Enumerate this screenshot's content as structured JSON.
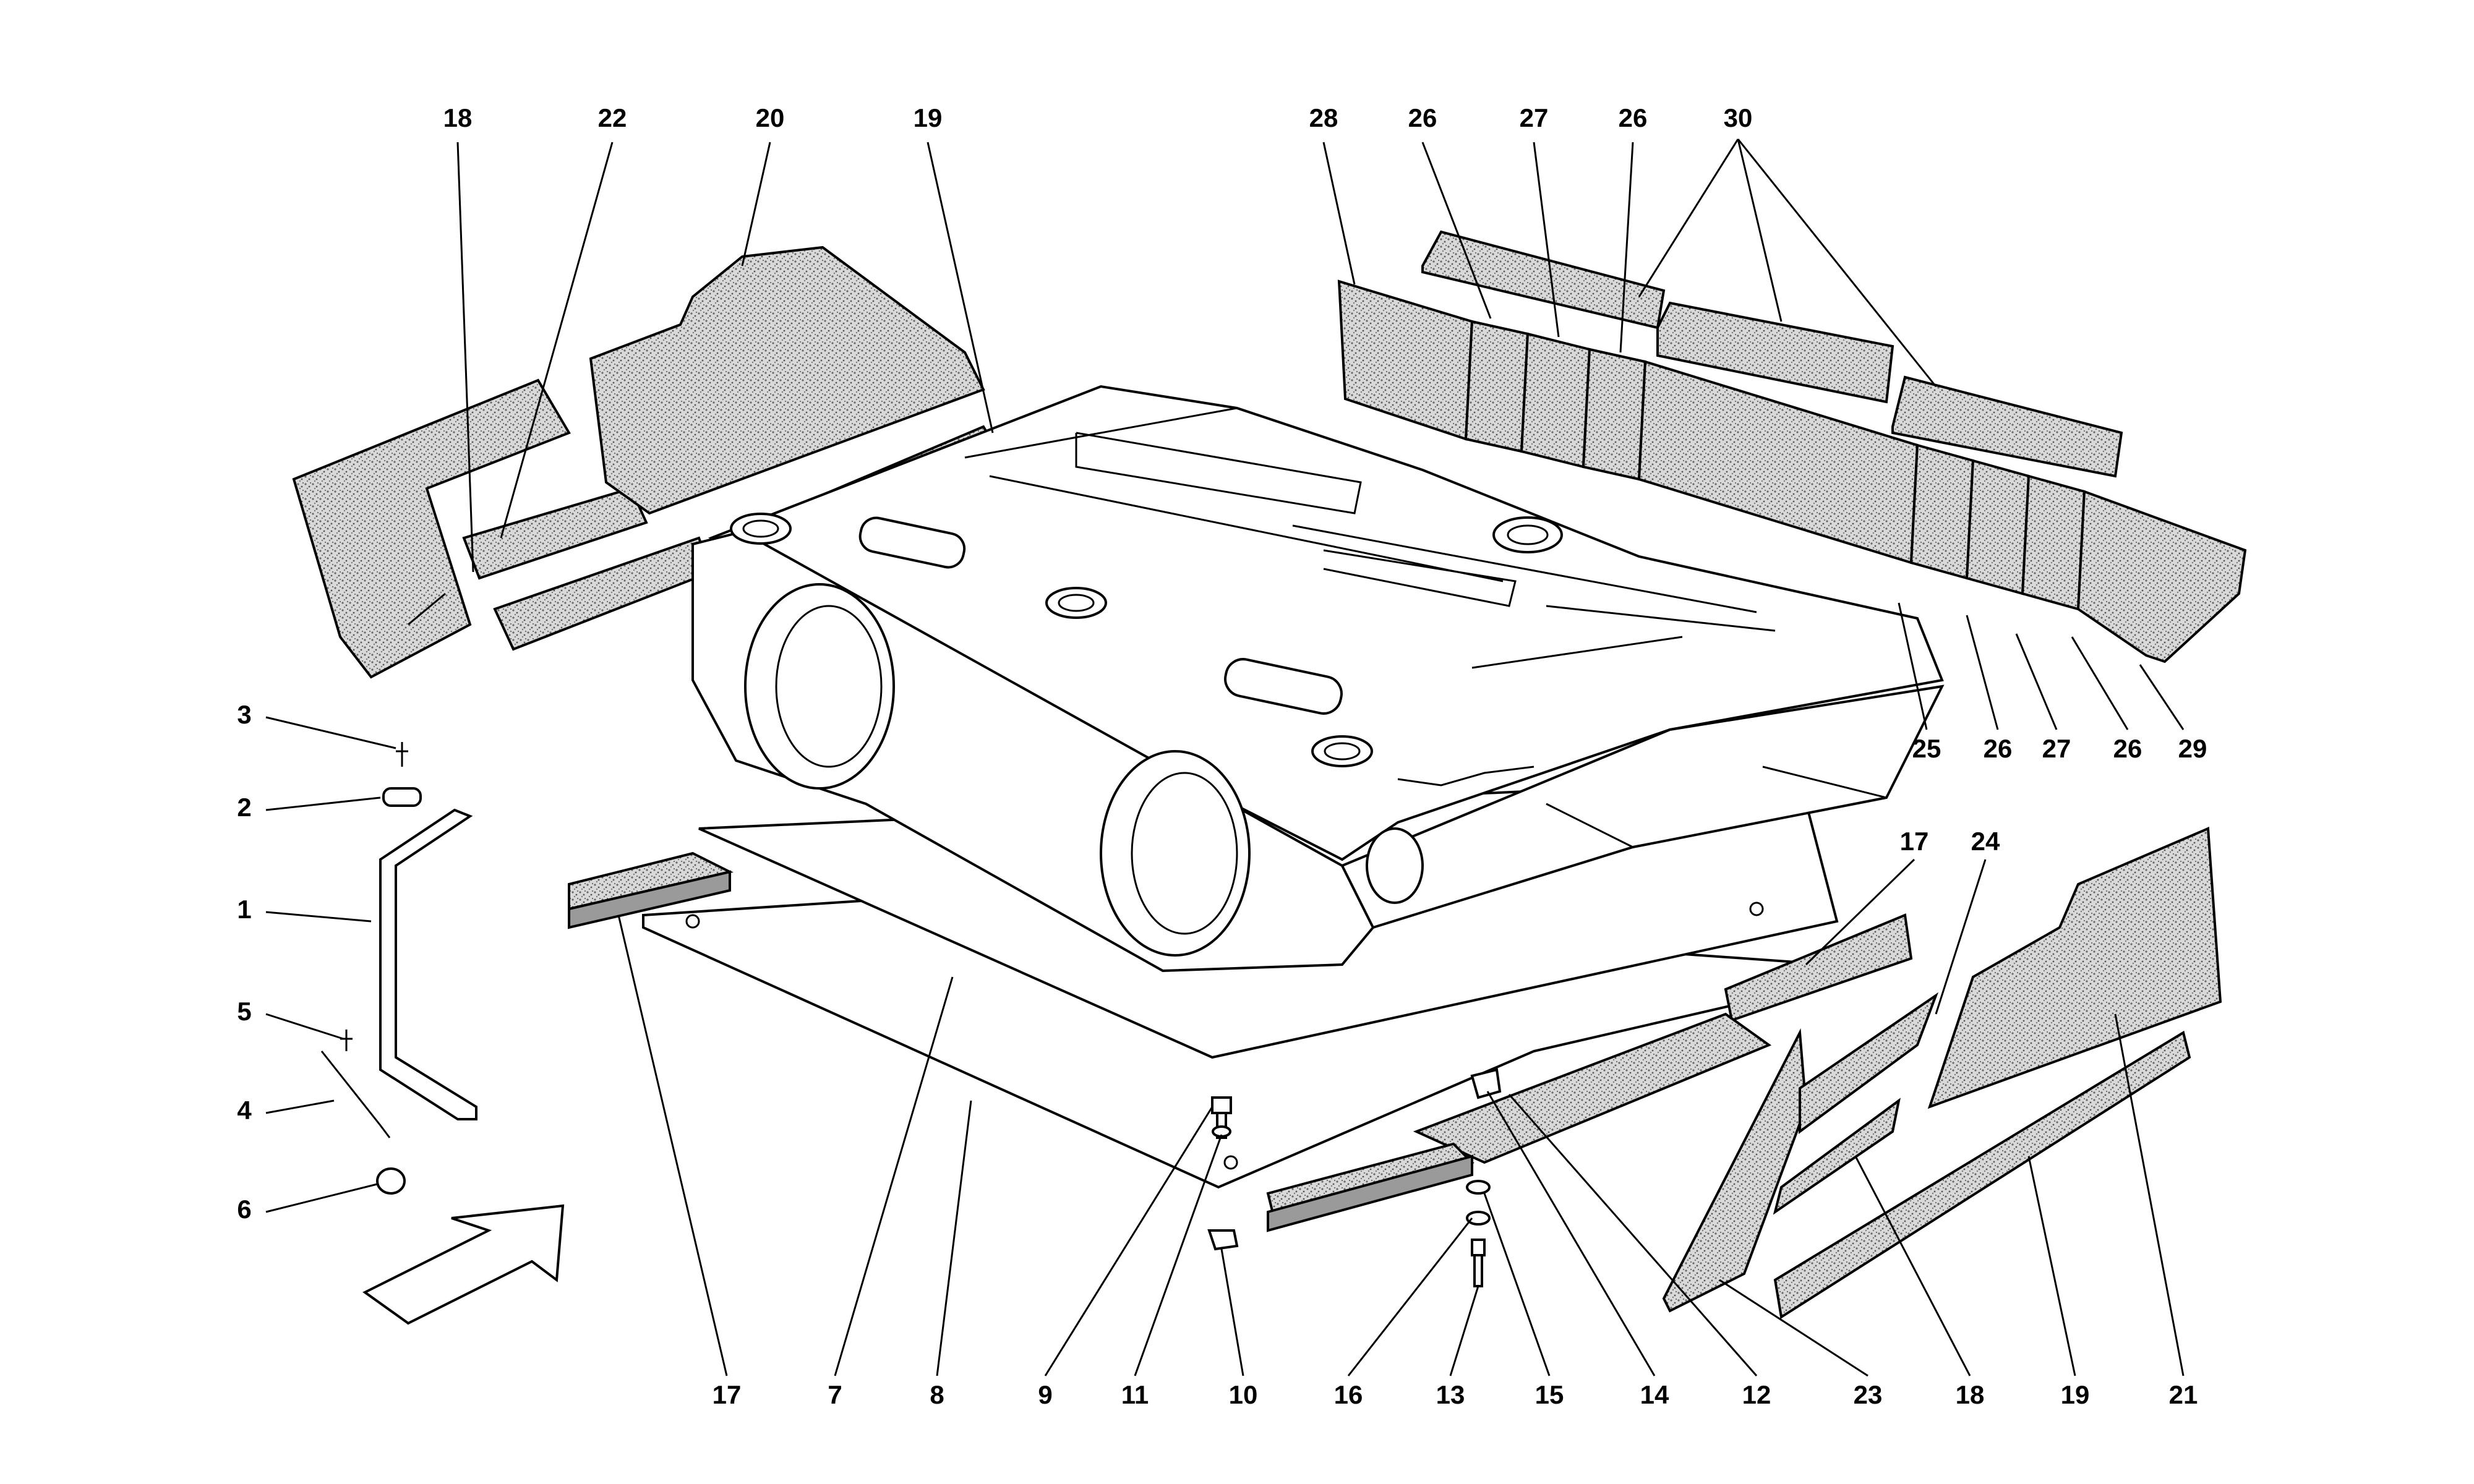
{
  "labels": {
    "l1": "1",
    "l2": "2",
    "l3": "3",
    "l4": "4",
    "l5": "5",
    "l6": "6",
    "l7": "7",
    "l8": "8",
    "l9": "9",
    "l10": "10",
    "l11": "11",
    "l12": "12",
    "l13": "13",
    "l14": "14",
    "l15": "15",
    "l16": "16",
    "l17": "17",
    "l17b": "17",
    "l18": "18",
    "l18b": "18",
    "l19": "19",
    "l19b": "19",
    "l20": "20",
    "l21": "21",
    "l22": "22",
    "l23": "23",
    "l24": "24",
    "l25": "25",
    "l26a": "26",
    "l26b": "26",
    "l26c": "26",
    "l26d": "26",
    "l27a": "27",
    "l27b": "27",
    "l28": "28",
    "l29": "29",
    "l30": "30"
  },
  "icons": {
    "direction_arrow": "direction-arrow-icon"
  },
  "colors": {
    "insulation_fill": "#d7d7d7",
    "line": "#000000",
    "background": "#ffffff"
  }
}
